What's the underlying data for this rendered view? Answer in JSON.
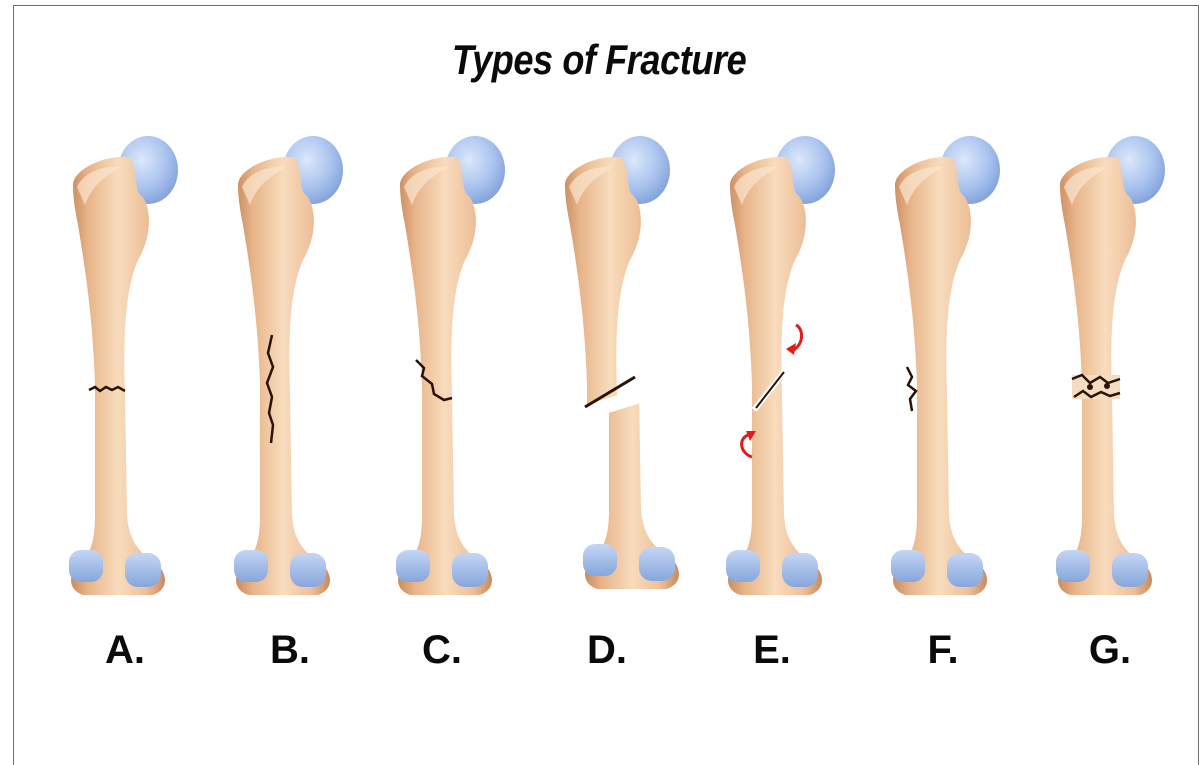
{
  "title": "Types of Fracture",
  "labels": [
    "A.",
    "B.",
    "C.",
    "D.",
    "E.",
    "F.",
    "G."
  ],
  "colors": {
    "bone": "#f3caa0",
    "bone_shade": "#d9a274",
    "cartilage": "#a9c3ee",
    "crack": "#2a1206",
    "twist_arrow": "#e41b1b"
  }
}
